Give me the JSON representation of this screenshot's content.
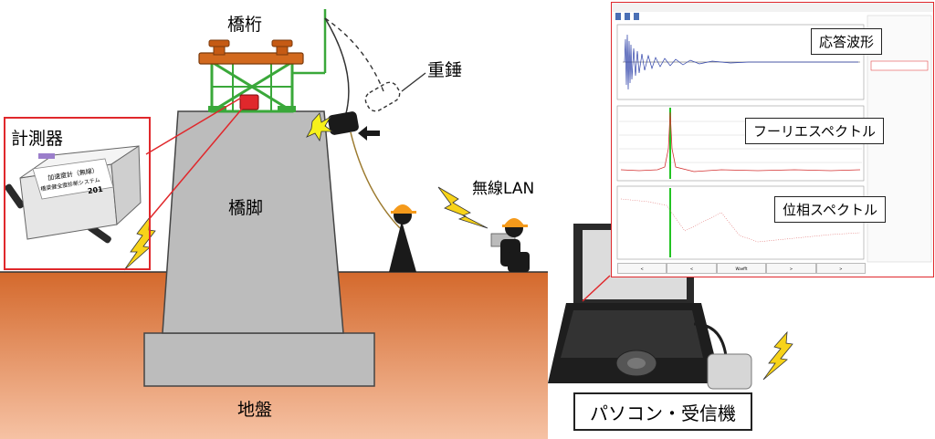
{
  "labels": {
    "girder": "橋桁",
    "weight": "重錘",
    "instrument": "計測器",
    "pier": "橋脚",
    "wireless": "無線LAN",
    "ground": "地盤",
    "pc_receiver": "パソコン・受信機"
  },
  "device": {
    "line1": "加速度計（無線）",
    "line2": "橋梁健全度診断システム",
    "number": "201"
  },
  "screen": {
    "response_wave": "応答波形",
    "fourier_spectrum": "フーリエスペクトル",
    "phase_spectrum": "位相スペクトル",
    "nav": [
      "<",
      "<",
      "Waefft",
      ">",
      ">"
    ]
  },
  "colors": {
    "ground_top": "#d4692c",
    "ground_bottom": "#f4b898",
    "pier": "#bcbcbc",
    "girder": "#d2691e",
    "frame": "#3aa83a",
    "accent_red": "#e0282c",
    "lightning": "#f7d31a",
    "worker_helmet": "#f59a1b"
  }
}
